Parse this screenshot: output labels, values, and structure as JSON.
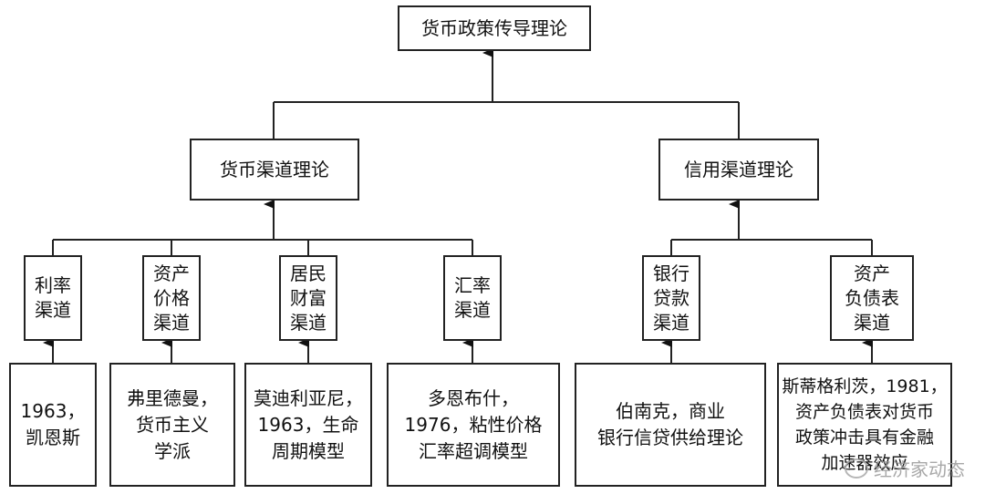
{
  "root": "货币政策传导理论",
  "branches": [
    {
      "label": "货币渠道理论",
      "channels": [
        {
          "label": "利率\n渠道",
          "theory": "1963，\n凯恩斯"
        },
        {
          "label": "资产\n价格\n渠道",
          "theory": "弗里德曼，\n货币主义\n学派"
        },
        {
          "label": "居民\n财富\n渠道",
          "theory": "莫迪利亚尼，\n1963，生命\n周期模型"
        },
        {
          "label": "汇率\n渠道",
          "theory": "多恩布什，\n1976，粘性价格\n汇率超调模型"
        }
      ]
    },
    {
      "label": "信用渠道理论",
      "channels": [
        {
          "label": "银行\n贷款\n渠道",
          "theory": "伯南克，商业\n银行信贷供给理论"
        },
        {
          "label": "资产\n负债表\n渠道",
          "theory": "斯蒂格利茨，1981，\n资产负债表对货币\n政策冲击具有金融\n加速器效应"
        }
      ]
    }
  ],
  "watermark": "经济家动态"
}
